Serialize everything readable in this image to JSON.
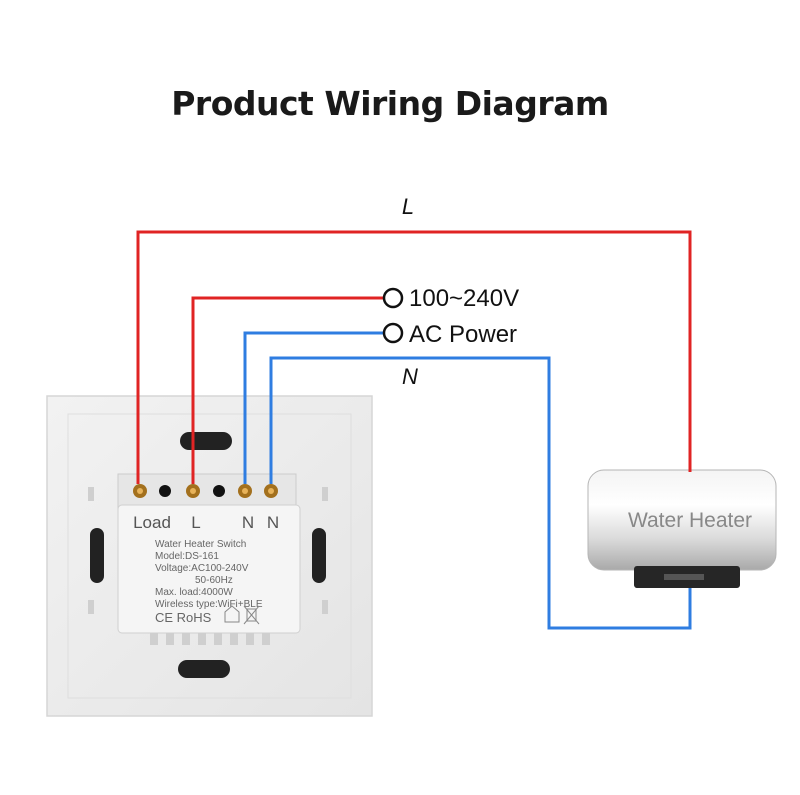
{
  "title": "Product Wiring Diagram",
  "wires": {
    "live_label": "L",
    "neutral_label": "N",
    "live_color": "#e02424",
    "neutral_color": "#2f7de1"
  },
  "power": {
    "line1": "100~240V",
    "line2": "AC Power"
  },
  "switch": {
    "terminals": [
      "Load",
      "L",
      "N",
      "N"
    ],
    "specs": [
      "Water Heater Switch",
      "Model:DS-161",
      "Voltage:AC100-240V",
      "50-60Hz",
      "Max. load:4000W",
      "Wireless type:WiFi+BLE"
    ],
    "cert_marks": "CE RoHS"
  },
  "heater": {
    "label": "Water Heater"
  }
}
